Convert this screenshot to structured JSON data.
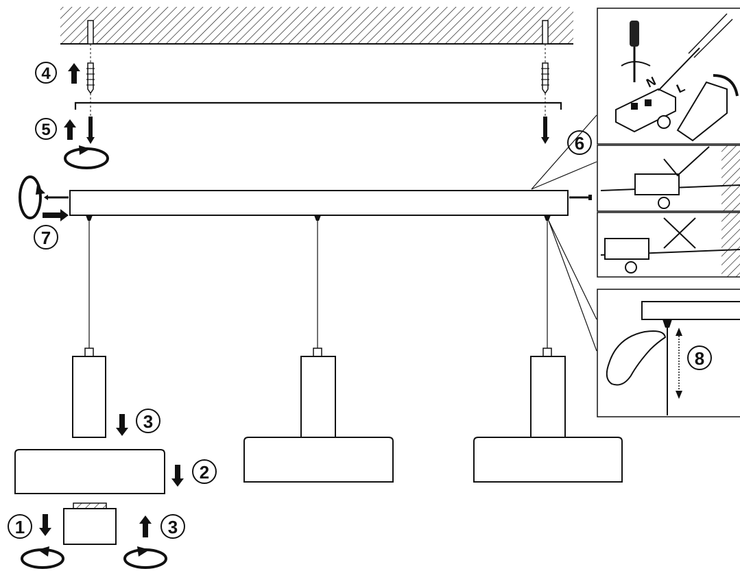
{
  "steps": {
    "s1": "1",
    "s2": "2",
    "s3a": "3",
    "s3b": "3",
    "s4": "4",
    "s5": "5",
    "s6": "6",
    "s7": "7",
    "s8": "8"
  },
  "wiring": {
    "terminal_n": "N",
    "terminal_l": "L"
  }
}
